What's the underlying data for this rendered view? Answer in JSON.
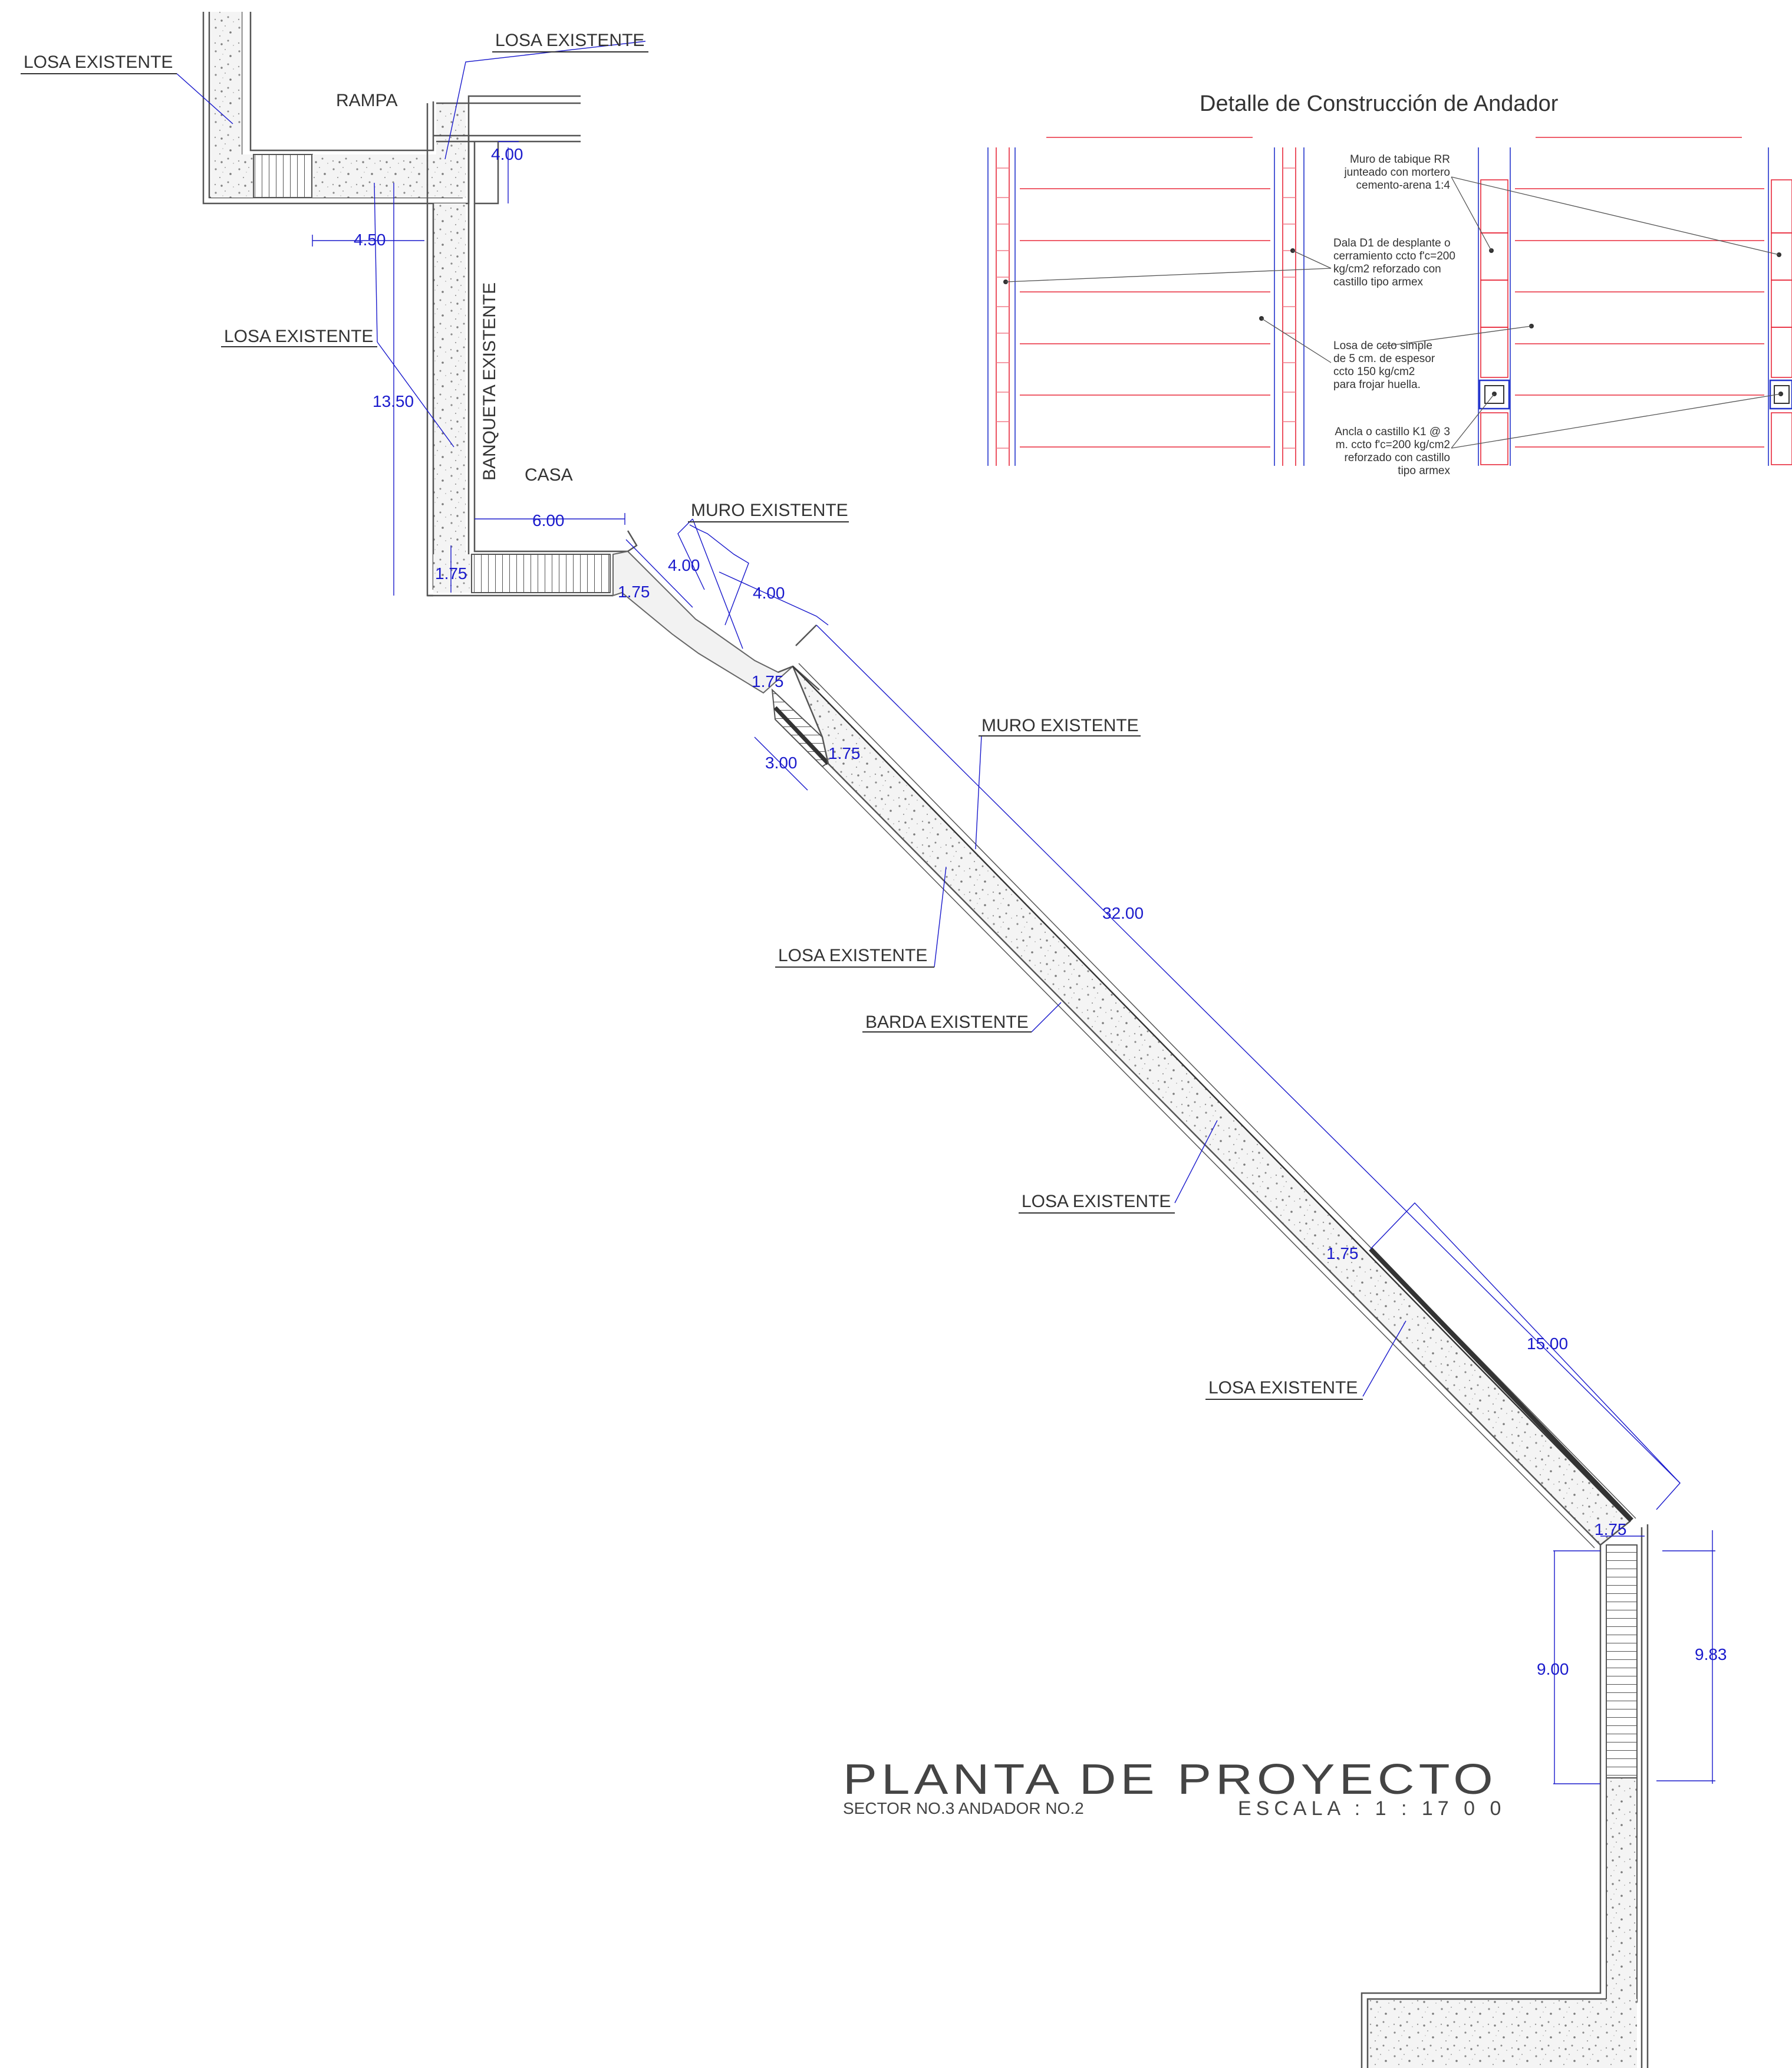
{
  "detail": {
    "title": "Detalle de Construcción de Andador",
    "notes": [
      [
        "Muro de tabique RR",
        "junteado con mortero",
        "cemento-arena 1:4"
      ],
      [
        "Dala D1 de desplante o",
        "cerramiento ccto f'c=200",
        "kg/cm2 reforzado con",
        "castillo tipo armex"
      ],
      [
        "Losa de ccto simple",
        "de 5 cm. de espesor",
        "ccto 150 kg/cm2",
        "para frojar huella."
      ],
      [
        "Ancla o castillo K1 @ 3",
        "m. ccto f'c=200 kg/cm2",
        "reforzado con castillo",
        "tipo armex"
      ]
    ]
  },
  "labels": {
    "losa_existente": "LOSA EXISTENTE",
    "rampa": "RAMPA",
    "banqueta_existente": "BANQUETA EXISTENTE",
    "casa": "CASA",
    "muro_existente": "MURO EXISTENTE",
    "barda_existente": "BARDA EXISTENTE"
  },
  "dimensions": {
    "d_4_00_top": "4.00",
    "d_4_50": "4.50",
    "d_13_50": "13.50",
    "d_6_00": "6.00",
    "d_1_75_a": "1.75",
    "d_1_75_b": "1.75",
    "d_4_00_a": "4.00",
    "d_4_00_b": "4.00",
    "d_1_75_c": "1.75",
    "d_3_00": "3.00",
    "d_1_75_d": "1.75",
    "d_32_00": "32.00",
    "d_1_75_e": "1.75",
    "d_15_00": "15.00",
    "d_1_75_f": "1.75",
    "d_9_00": "9.00",
    "d_9_83": "9.83"
  },
  "plan": {
    "title": "PLANTA DE PROYECTO",
    "subtitle": "SECTOR NO.3 ANDADOR NO.2",
    "scale": "ESCALA : 1 : 17 0 0"
  },
  "colors": {
    "dimension": "#1a1acc",
    "detail_red": "#e8283a",
    "detail_blue": "#2233cc",
    "text": "#333333"
  }
}
